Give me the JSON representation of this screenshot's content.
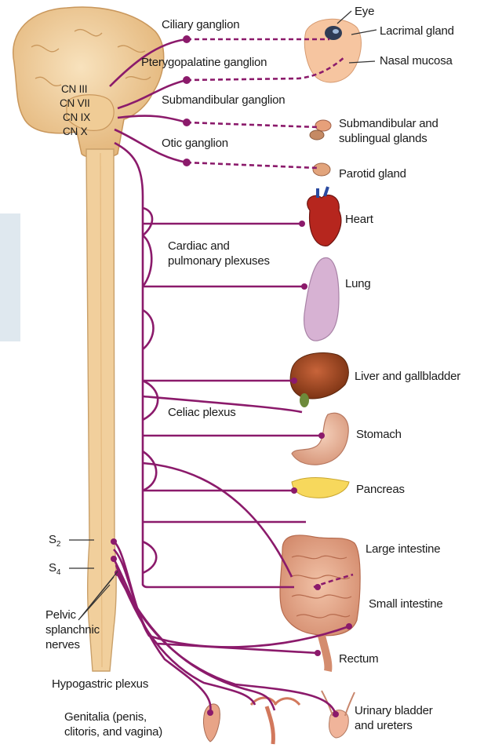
{
  "colors": {
    "nerve": "#8b1a6b",
    "cord": "#f1cf9c",
    "cord_edge": "#c9a06a",
    "brain": "#f3d4a4",
    "label": "#1a1a1a"
  },
  "cranial_nerves": [
    "CN III",
    "CN VII",
    "CN IX",
    "CN X"
  ],
  "sacral": {
    "s2": "S2",
    "s4": "S4",
    "sub2": "2",
    "sub4": "4"
  },
  "ganglia": {
    "ciliary": "Ciliary ganglion",
    "pterygopalatine": "Pterygopalatine ganglion",
    "submandibular": "Submandibular ganglion",
    "otic": "Otic ganglion"
  },
  "plexuses": {
    "cardiac_line1": "Cardiac and",
    "cardiac_line2": "pulmonary plexuses",
    "celiac": "Celiac plexus",
    "hypogastric": "Hypogastric plexus",
    "pelvic_line1": "Pelvic",
    "pelvic_line2": "splanchnic",
    "pelvic_line3": "nerves"
  },
  "organs": {
    "eye": "Eye",
    "lacrimal": "Lacrimal gland",
    "nasal": "Nasal mucosa",
    "submandibular_line1": "Submandibular and",
    "submandibular_line2": "sublingual glands",
    "parotid": "Parotid gland",
    "heart": "Heart",
    "lung": "Lung",
    "liver": "Liver and gallbladder",
    "stomach": "Stomach",
    "pancreas": "Pancreas",
    "large_intestine": "Large  intestine",
    "small_intestine": "Small intestine",
    "rectum": "Rectum",
    "genitalia_line1": "Genitalia (penis,",
    "genitalia_line2": "clitoris, and vagina)",
    "bladder_line1": "Urinary  bladder",
    "bladder_line2": "and ureters"
  },
  "icons": [
    "brain-icon",
    "eye-icon",
    "heart-icon",
    "lung-icon",
    "liver-icon",
    "stomach-icon",
    "pancreas-icon",
    "intestine-icon",
    "bladder-icon",
    "genitalia-icon"
  ]
}
